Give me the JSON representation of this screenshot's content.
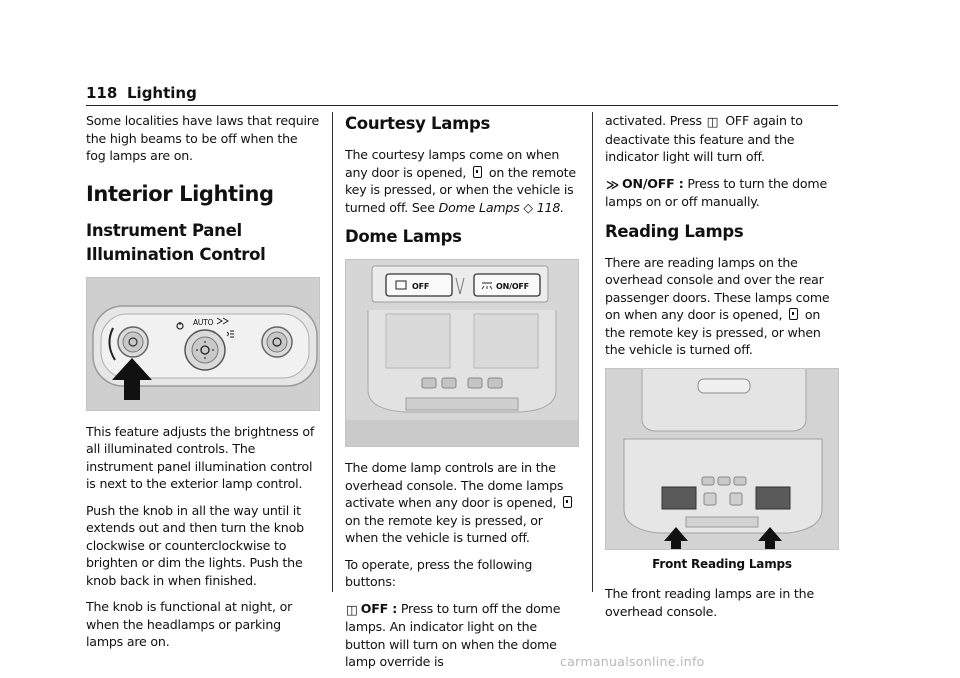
{
  "header": {
    "page_number": "118",
    "section": "Lighting"
  },
  "column1": {
    "intro": "Some localities have laws that require the high beams to be off when the fog lamps are on.",
    "heading_interior": "Interior Lighting",
    "heading_panel": "Instrument Panel Illumination Control",
    "panel_labels": {
      "auto": "AUTO"
    },
    "para1": "This feature adjusts the brightness of all illuminated controls. The instrument panel illumination control is next to the exterior lamp control.",
    "para2": "Push the knob in all the way until it extends out and then turn the knob clockwise or counterclockwise to brighten or dim the lights. Push the knob back in when finished.",
    "para3": "The knob is functional at night, or when the headlamps or parking lamps are on."
  },
  "column2": {
    "heading_courtesy": "Courtesy Lamps",
    "courtesy_a": "The courtesy lamps come on when any door is opened,",
    "courtesy_b": "on the remote key is pressed, or when the vehicle is turned off. See",
    "courtesy_ref": "Dome Lamps",
    "courtesy_ref_page": "118",
    "heading_dome": "Dome Lamps",
    "dome_labels": {
      "off": "OFF",
      "onoff": "ON/OFF"
    },
    "dome_a": "The dome lamp controls are in the overhead console. The dome lamps activate when any door is opened,",
    "dome_b": "on the remote key is pressed, or when the vehicle is turned off.",
    "operate": "To operate, press the following buttons:",
    "off_label": "OFF :",
    "off_text": "Press to turn off the dome lamps. An indicator light on the button will turn on when the dome lamp override is"
  },
  "column3": {
    "cont_a": "activated. Press",
    "cont_b": "OFF again to deactivate this feature and the indicator light will turn off.",
    "onoff_label": "ON/OFF :",
    "onoff_text": "Press to turn the dome lamps on or off manually.",
    "heading_reading": "Reading Lamps",
    "reading_a": "There are reading lamps on the overhead console and over the rear passenger doors. These lamps come on when any door is opened,",
    "reading_b": "on the remote key is pressed, or when the vehicle is turned off.",
    "caption": "Front Reading Lamps",
    "front_text": "The front reading lamps are in the overhead console."
  },
  "watermark": "carmanualsonline.info"
}
